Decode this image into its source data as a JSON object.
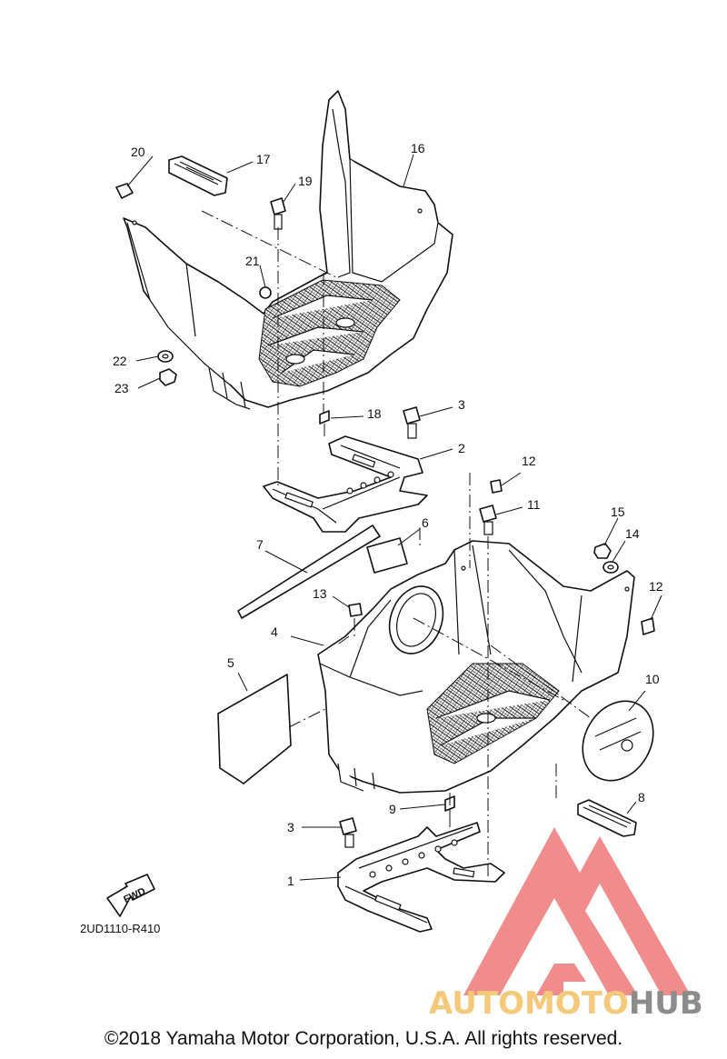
{
  "diagram": {
    "drawing_code": "2UD1110-R410",
    "fwd_label": "FWD",
    "copyright": "©2018 Yamaha Motor Corporation, U.S.A. All rights reserved.",
    "callouts": [
      {
        "id": "c1",
        "label": "1"
      },
      {
        "id": "c2",
        "label": "2"
      },
      {
        "id": "c3a",
        "label": "3"
      },
      {
        "id": "c3b",
        "label": "3"
      },
      {
        "id": "c4",
        "label": "4"
      },
      {
        "id": "c5",
        "label": "5"
      },
      {
        "id": "c6",
        "label": "6"
      },
      {
        "id": "c7",
        "label": "7"
      },
      {
        "id": "c8",
        "label": "8"
      },
      {
        "id": "c9",
        "label": "9"
      },
      {
        "id": "c10",
        "label": "10"
      },
      {
        "id": "c11",
        "label": "11"
      },
      {
        "id": "c12a",
        "label": "12"
      },
      {
        "id": "c12b",
        "label": "12"
      },
      {
        "id": "c13",
        "label": "13"
      },
      {
        "id": "c14",
        "label": "14"
      },
      {
        "id": "c15",
        "label": "15"
      },
      {
        "id": "c16",
        "label": "16"
      },
      {
        "id": "c17",
        "label": "17"
      },
      {
        "id": "c18",
        "label": "18"
      },
      {
        "id": "c19",
        "label": "19"
      },
      {
        "id": "c20",
        "label": "20"
      },
      {
        "id": "c21",
        "label": "21"
      },
      {
        "id": "c22",
        "label": "22"
      },
      {
        "id": "c23",
        "label": "23"
      }
    ]
  },
  "watermark": {
    "text_part1": "AUTOMOTO",
    "text_part2": "HUB",
    "color_primary": "#f08080",
    "color_text1": "#f5c97a",
    "color_text2": "#8c8c8c"
  }
}
